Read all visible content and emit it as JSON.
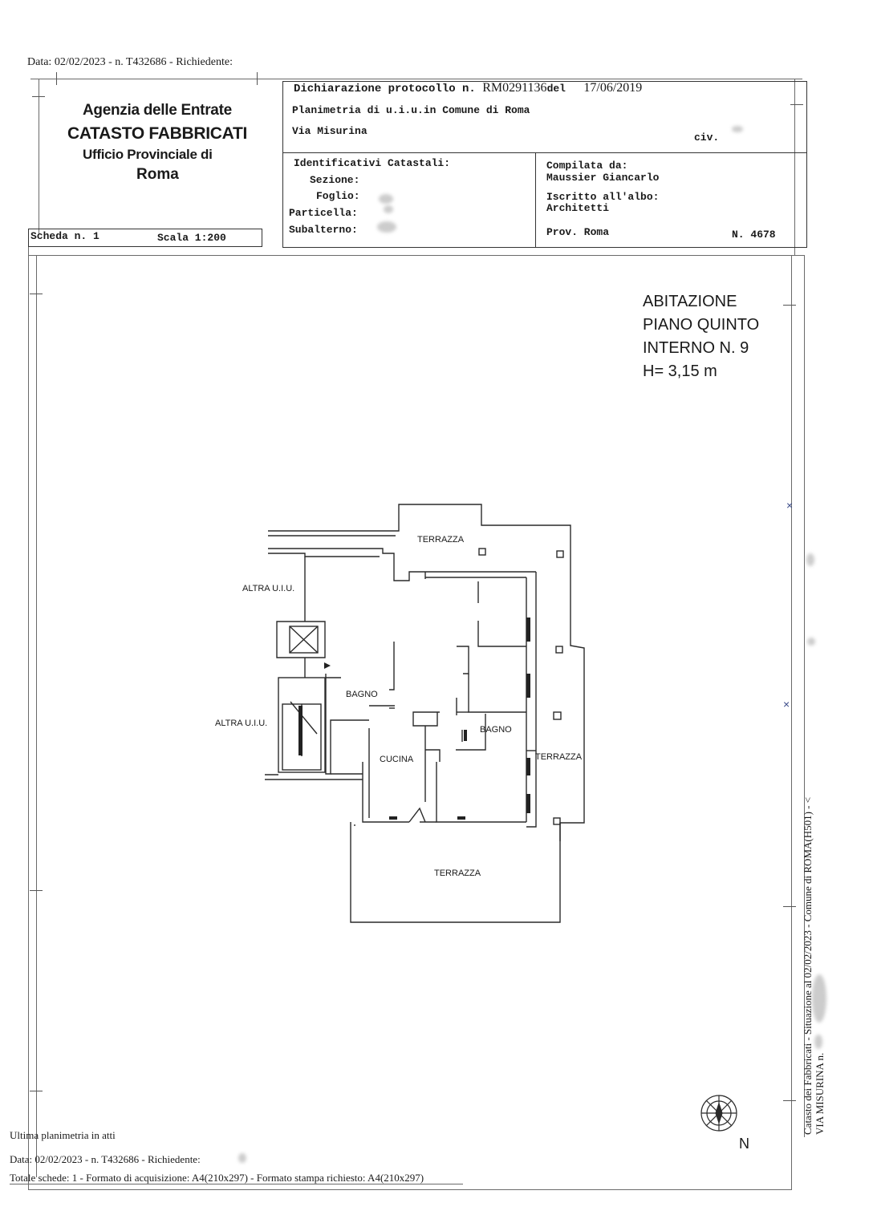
{
  "top_line": "Data: 02/02/2023 - n. T432686 - Richiedente:",
  "agency": {
    "line1": "Agenzia delle Entrate",
    "line2": "CATASTO FABBRICATI",
    "line3": "Ufficio Provinciale di",
    "line4": "Roma"
  },
  "declaration": {
    "label": "Dichiarazione protocollo n.",
    "protocol": "RM0291136",
    "del": "del",
    "date": "17/06/2019",
    "plan_line": "Planimetria di u.i.u.in Comune di Roma",
    "street": "Via Misurina",
    "civ": "civ."
  },
  "identifiers": {
    "title": "Identificativi Catastali:",
    "sezione": "Sezione:",
    "foglio": "Foglio:",
    "particella": "Particella:",
    "subalterno": "Subalterno:"
  },
  "compiler": {
    "label": "Compilata da:",
    "name": "Maussier Giancarlo",
    "albo_label": "Iscritto all'albo:",
    "albo": "Architetti",
    "prov": "Prov. Roma",
    "number": "N. 4678"
  },
  "scheda": {
    "label": "Scheda n. 1",
    "scale": "Scala 1:200"
  },
  "unit_info": {
    "line1": "ABITAZIONE",
    "line2": "PIANO QUINTO",
    "line3": "INTERNO N. 9",
    "line4": "H= 3,15 m"
  },
  "rooms": {
    "terrazza_top": "TERRAZZA",
    "altra_1": "ALTRA U.I.U.",
    "altra_2": "ALTRA U.I.U.",
    "bagno_1": "BAGNO",
    "bagno_2": "BAGNO",
    "cucina": "CUCINA",
    "terrazza_right": "TERRAZZA",
    "terrazza_bottom": "TERRAZZA"
  },
  "compass_label": "N",
  "side_text": {
    "line1": "Catasto dei Fabbricati - Situazione al 02/02/2023 - Comune di ROMA(H501) - <",
    "line2": "VIA MISURINA n."
  },
  "footer": {
    "line1": "Ultima planimetria in atti",
    "line2": "Data: 02/02/2023 - n. T432686 - Richiedente:",
    "line3": "Totale schede: 1 - Formato di acquisizione: A4(210x297) - Formato stampa richiesto: A4(210x297)"
  }
}
